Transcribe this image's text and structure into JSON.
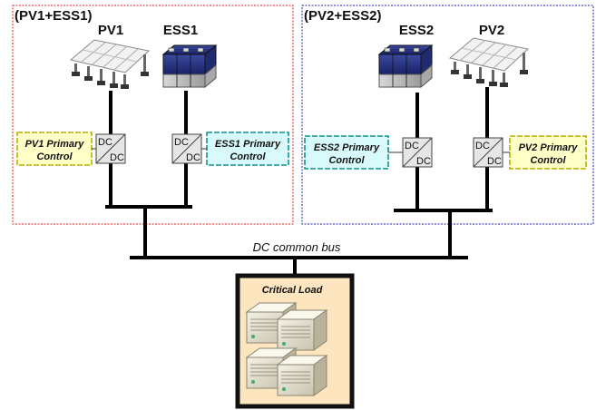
{
  "cluster1": {
    "title": "(PV1+ESS1)",
    "pv": "PV1",
    "ess": "ESS1",
    "pv_control": [
      "PV1 Primary",
      "Control"
    ],
    "ess_control": [
      "ESS1 Primary",
      "Control"
    ]
  },
  "cluster2": {
    "title": "(PV2+ESS2)",
    "pv": "PV2",
    "ess": "ESS2",
    "pv_control": [
      "PV2 Primary",
      "Control"
    ],
    "ess_control": [
      "ESS2 Primary",
      "Control"
    ]
  },
  "converter": {
    "top": "DC",
    "bottom": "DC"
  },
  "bus_label": "DC common bus",
  "load_label": "Critical Load",
  "colors": {
    "cluster1_border": "#e02020",
    "cluster2_border": "#2020b0",
    "pv_control_fill": "#ffffc8",
    "pv_control_border": "#b8b000",
    "ess_control_fill": "#d8fafa",
    "ess_control_border": "#109090",
    "load_fill": "#fde6bf"
  }
}
